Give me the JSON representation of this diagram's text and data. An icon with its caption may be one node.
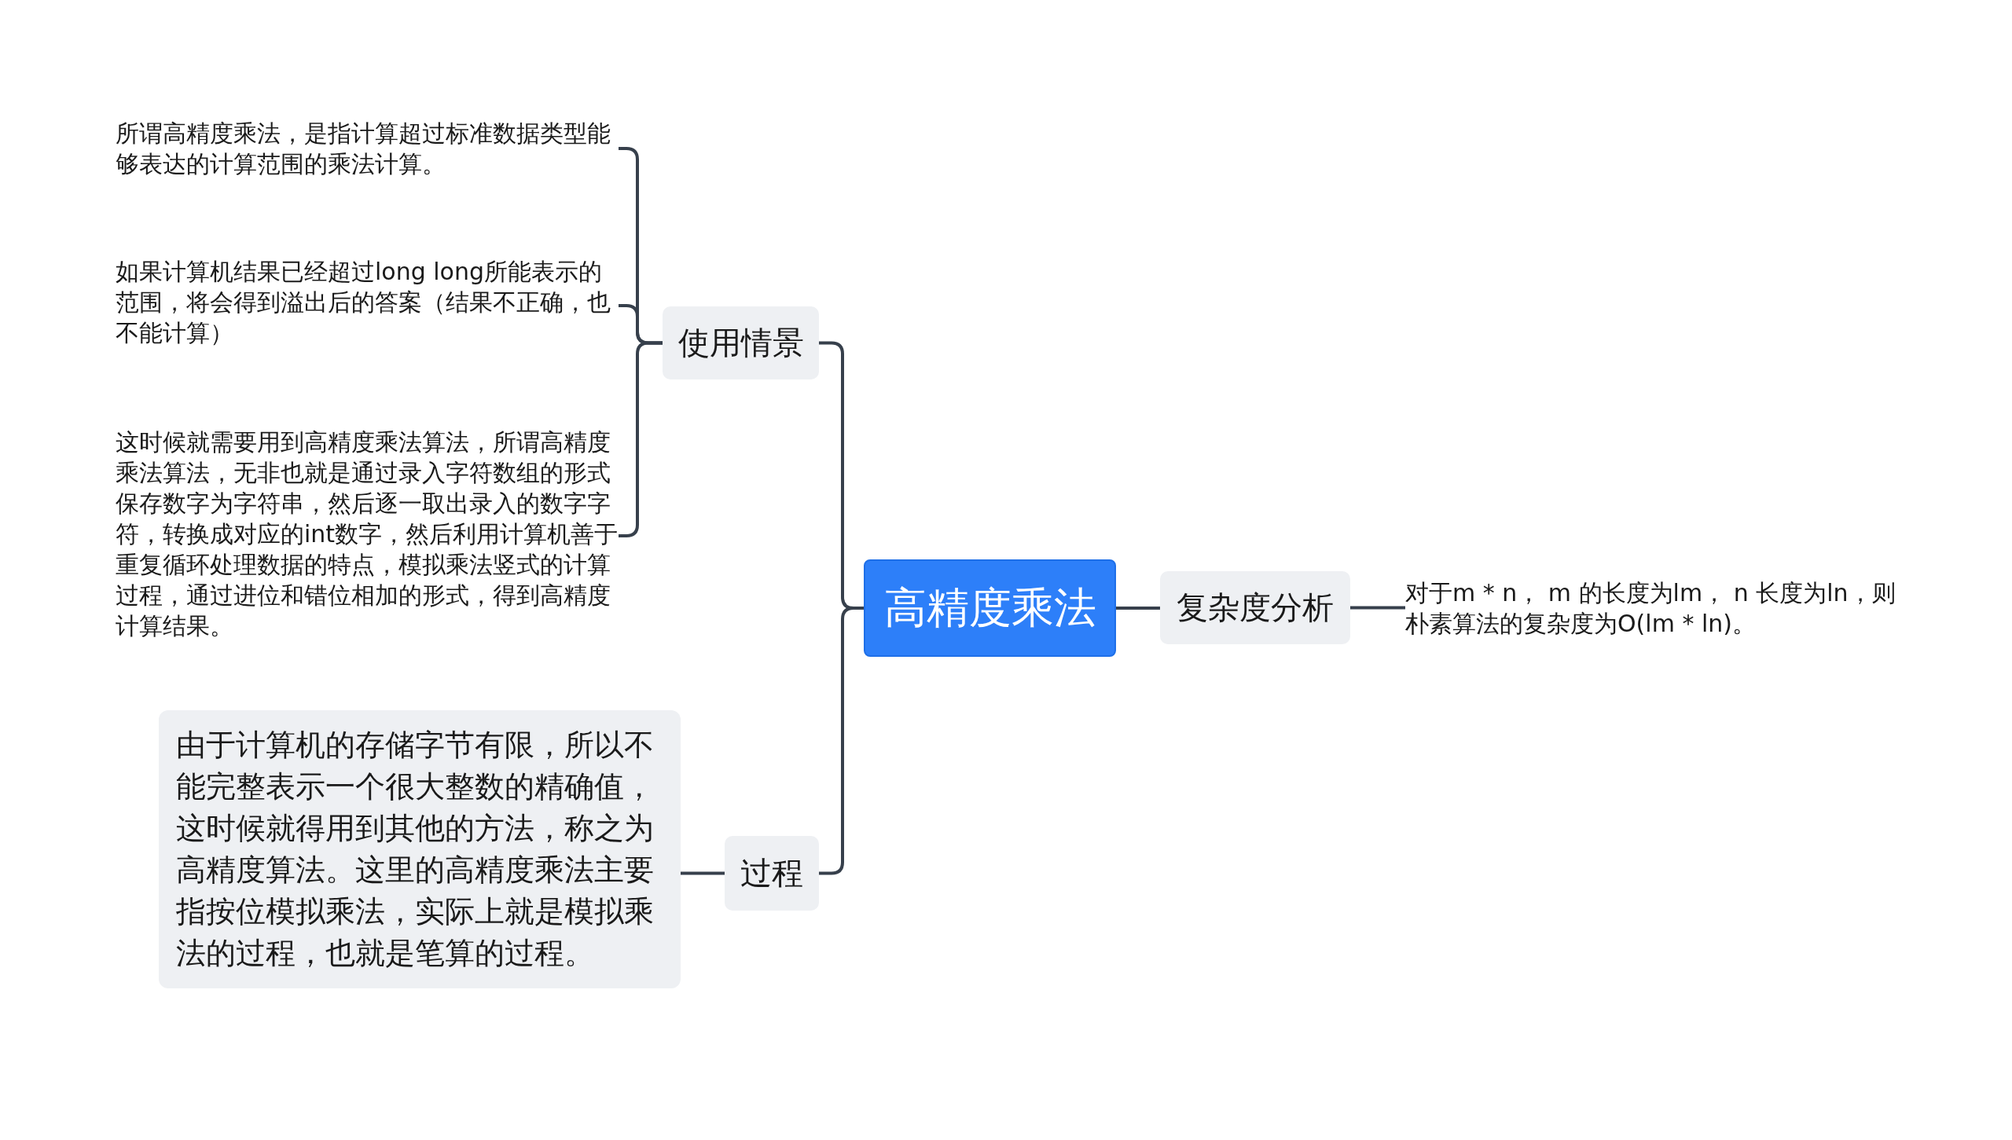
{
  "diagram": {
    "nodes": [
      {
        "text": [
          "高精度乘法"
        ]
      },
      {
        "text": [
          "使用情景"
        ]
      },
      {
        "text": [
          "所谓高精度乘法，是指计算超过标准数据类型能够表达的计算范围的乘法计算。"
        ]
      },
      {
        "text": [
          "如果计算机结果已经超过long long所能表示的范围，将会得到溢出后的答案（结果不正确，也不能计算）"
        ]
      },
      {
        "text": [
          "这时候就需要用到高精度乘法算法，所谓高精度乘法算法，无非也就是通过录入字符数组的形式保存数字为字符串，然后逐一取出录入的数字字符，转换成对应的int数字，然后利用计算机善于重复循环处理数据的特点，模拟乘法竖式的计算过程，通过进位和错位相加的形式，得到高精度计算结果。"
        ]
      },
      {
        "text": [
          "过程"
        ]
      },
      {
        "text": [
          "由于计算机的存储字节有限，所以不能完整表示一个很大整数的精确值，这时候就得用到其他的方法，称之为高精度算法。这里的高精度乘法主要指按位模拟乘法，实际上就是模拟乘法的过程，也就是笔算的过程。"
        ]
      },
      {
        "text": [
          "复杂度分析"
        ]
      },
      {
        "text": [
          "对于m * n， m 的长度为lm， n 长度为ln，则朴素算法的复杂度为O(lm * ln)。"
        ]
      }
    ],
    "edges": [
      {
        "from": 0,
        "to": 1,
        "arrow": "none"
      },
      {
        "from": 0,
        "to": 5,
        "arrow": "none"
      },
      {
        "from": 0,
        "to": 7,
        "arrow": "none"
      },
      {
        "from": 1,
        "to": 2,
        "arrow": "none"
      },
      {
        "from": 1,
        "to": 3,
        "arrow": "none"
      },
      {
        "from": 1,
        "to": 4,
        "arrow": "none"
      },
      {
        "from": 5,
        "to": 6,
        "arrow": "none"
      },
      {
        "from": 7,
        "to": 8,
        "arrow": "none"
      }
    ]
  }
}
